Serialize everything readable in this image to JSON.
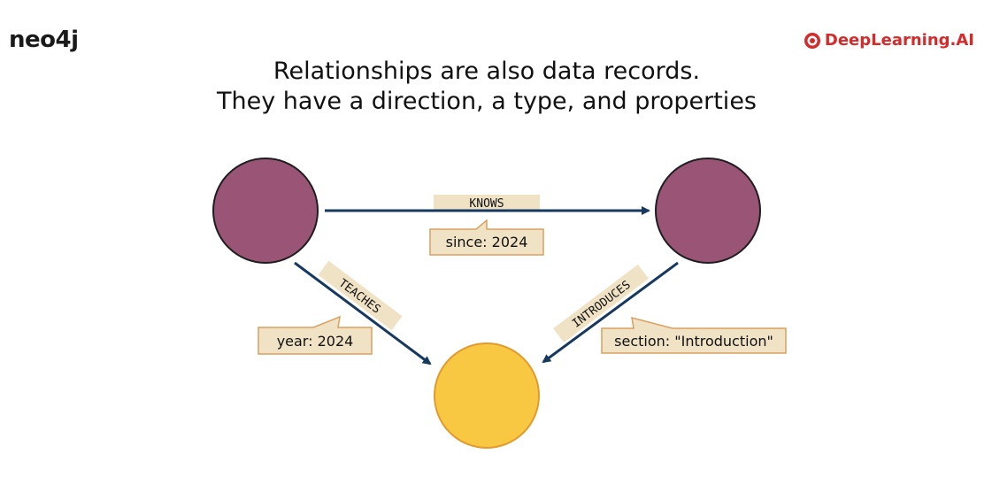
{
  "header": {
    "left_logo": "neo4j",
    "right_logo": "DeepLearning.AI",
    "title_line1": "Relationships are also data records.",
    "title_line2": "They have a direction, a type, and properties"
  },
  "diagram": {
    "relationships": {
      "knows": {
        "type": "KNOWS",
        "property": "since: 2024"
      },
      "teaches": {
        "type": "TEACHES",
        "property": "year: 2024"
      },
      "introduces": {
        "type": "INTRODUCES",
        "property": "section: \"Introduction\""
      }
    },
    "colors": {
      "person_node": "#9a5576",
      "course_node": "#f8c842",
      "arrow": "#17395f",
      "label_fill": "#f0e3c5",
      "label_stroke": "#d9a05f"
    }
  }
}
